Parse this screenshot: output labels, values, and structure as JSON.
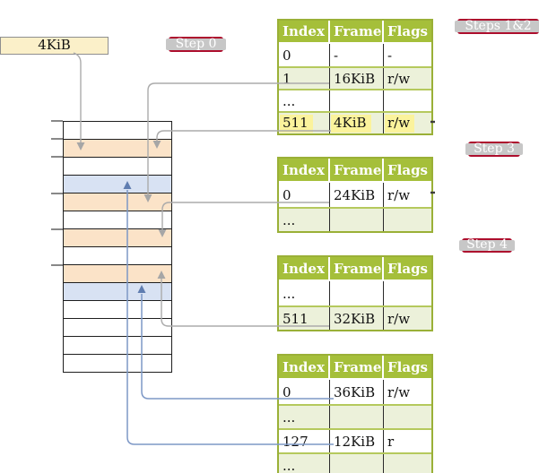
{
  "colors": {
    "badge_red": "#ad0e2d",
    "table_header_green": "#a5bf3a",
    "table_border_green": "#9ab037",
    "table_row_green": "#ecf1da",
    "highlight_yellow": "#fbf39c",
    "frame_orange": "#fbe3c8",
    "frame_blue": "#d8e2f3",
    "legend_cream": "#fbf0c9",
    "connector_gray": "#ababab",
    "connector_blue": "#7d98c6"
  },
  "legend_box": {
    "label": "4KiB"
  },
  "badges": [
    {
      "id": "step0",
      "label": "Step 0"
    },
    {
      "id": "steps12",
      "label": "Steps 1&2"
    },
    {
      "id": "step3",
      "label": "Step 3"
    },
    {
      "id": "step4",
      "label": "Step 4"
    }
  ],
  "memory": {
    "rows": [
      "white",
      "orange",
      "white",
      "blue",
      "orange",
      "white",
      "orange",
      "white",
      "orange",
      "blue",
      "white",
      "white",
      "white",
      "white"
    ]
  },
  "tables": [
    {
      "id": "table-steps12",
      "columns": [
        "Index",
        "Frame",
        "Flags"
      ],
      "rows": [
        {
          "cells": [
            "0",
            "-",
            "-"
          ],
          "shade": false,
          "highlight": false,
          "linked": false
        },
        {
          "cells": [
            "1",
            "16KiB",
            "r/w"
          ],
          "shade": true,
          "highlight": false,
          "linked": true
        },
        {
          "cells": [
            "...",
            "",
            ""
          ],
          "shade": false,
          "highlight": false,
          "linked": false
        },
        {
          "cells": [
            "511",
            "4KiB",
            "r/w"
          ],
          "shade": true,
          "highlight": true,
          "linked": true
        }
      ]
    },
    {
      "id": "table-step3",
      "columns": [
        "Index",
        "Frame",
        "Flags"
      ],
      "rows": [
        {
          "cells": [
            "0",
            "24KiB",
            "r/w"
          ],
          "shade": false,
          "highlight": false,
          "linked": true
        },
        {
          "cells": [
            "...",
            "",
            ""
          ],
          "shade": true,
          "highlight": false,
          "linked": false
        }
      ]
    },
    {
      "id": "table-step4",
      "columns": [
        "Index",
        "Frame",
        "Flags"
      ],
      "rows": [
        {
          "cells": [
            "...",
            "",
            ""
          ],
          "shade": false,
          "highlight": false,
          "linked": false
        },
        {
          "cells": [
            "511",
            "32KiB",
            "r/w"
          ],
          "shade": true,
          "highlight": false,
          "linked": true
        }
      ]
    },
    {
      "id": "table-final",
      "columns": [
        "Index",
        "Frame",
        "Flags"
      ],
      "rows": [
        {
          "cells": [
            "0",
            "36KiB",
            "r/w"
          ],
          "shade": false,
          "highlight": false,
          "linked": true
        },
        {
          "cells": [
            "...",
            "",
            ""
          ],
          "shade": true,
          "highlight": false,
          "linked": false
        },
        {
          "cells": [
            "127",
            "12KiB",
            "r"
          ],
          "shade": false,
          "highlight": false,
          "linked": true
        },
        {
          "cells": [
            "...",
            "",
            ""
          ],
          "shade": true,
          "highlight": false,
          "linked": false
        }
      ]
    }
  ],
  "connectors": [
    {
      "id": "legend-to-frame-4kib",
      "color": "gray"
    },
    {
      "id": "pt1-idx1-to-frame-16kib",
      "color": "gray"
    },
    {
      "id": "pt1-idx511-to-frame-4kib",
      "color": "gray"
    },
    {
      "id": "pt2-idx0-to-frame-24kib",
      "color": "gray"
    },
    {
      "id": "pt3-idx511-to-frame-32kib",
      "color": "gray"
    },
    {
      "id": "pt4-idx0-to-frame-36kib",
      "color": "blue"
    },
    {
      "id": "pt4-idx127-to-frame-12kib",
      "color": "blue"
    }
  ]
}
